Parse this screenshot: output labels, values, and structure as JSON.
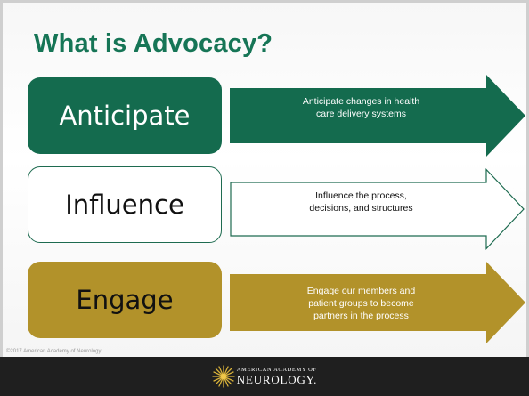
{
  "slide": {
    "title": "What is Advocacy?",
    "rows": [
      {
        "label": "Anticipate",
        "text": [
          "Anticipate changes in health",
          "care delivery systems"
        ]
      },
      {
        "label": "Influence",
        "text": [
          "Influence the process,",
          "decisions, and structures"
        ]
      },
      {
        "label": "Engage",
        "text": [
          "Engage our members and",
          "patient groups to become",
          "partners in the process"
        ]
      }
    ],
    "copyright": "©2017 American Academy of Neurology"
  },
  "footer": {
    "logo_small": "AMERICAN ACADEMY OF",
    "logo_big": "NEUROLOGY."
  },
  "colors": {
    "green": "#146b4e",
    "gold": "#b2922a",
    "footer_bg": "#1f1f1f"
  },
  "icons": {
    "logo": "starburst-logo-icon"
  }
}
